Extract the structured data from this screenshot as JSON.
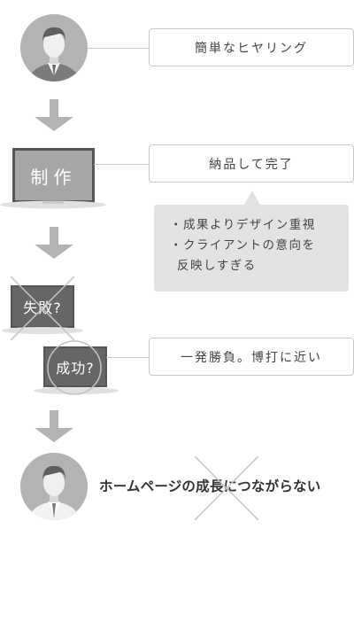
{
  "flow": {
    "hearing_label": "簡単なヒヤリング",
    "production_label": "制作",
    "delivery_label": "納品して完了",
    "note_lines": [
      "・成果よりデザイン重視",
      "・クライアントの意向を",
      "反映しすぎる"
    ],
    "failure_label": "失敗?",
    "success_label": "成功?",
    "gamble_label": "一発勝負。博打に近い",
    "result_label": "ホームページの成長につながらない"
  },
  "colors": {
    "avatar_bg": "#b5b5b5",
    "laptop_dark": "#555555",
    "laptop_screen": "#a9a9a9",
    "arrow": "#b3b3b3",
    "note_bg": "#e3e3e3",
    "cross": "#c4c4c4"
  },
  "icons": [
    "person-icon",
    "laptop-icon",
    "arrow-down-icon",
    "cross-icon"
  ]
}
